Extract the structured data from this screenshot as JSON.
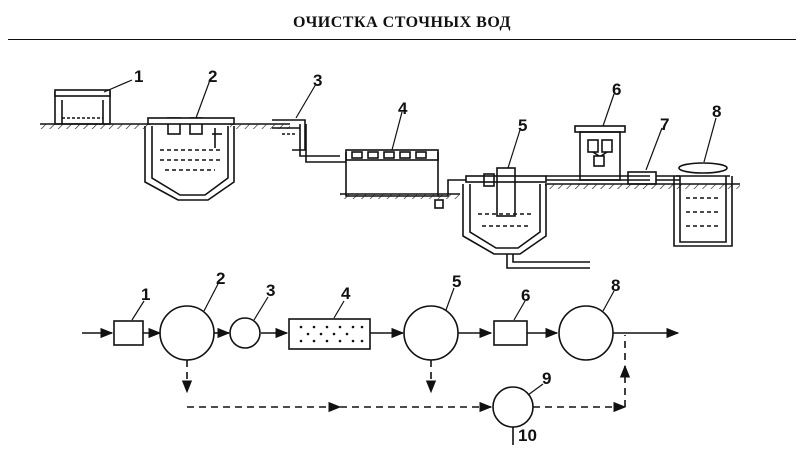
{
  "header": {
    "title": "ОЧИСТКА СТОЧНЫХ ВОД"
  },
  "illustration": {
    "labels": [
      "1",
      "2",
      "3",
      "4",
      "5",
      "6",
      "7",
      "8"
    ]
  },
  "schematic": {
    "nodes": [
      {
        "id": "1",
        "shape": "box"
      },
      {
        "id": "2",
        "shape": "circle"
      },
      {
        "id": "3",
        "shape": "circle"
      },
      {
        "id": "4",
        "shape": "dotted-box"
      },
      {
        "id": "5",
        "shape": "circle"
      },
      {
        "id": "6",
        "shape": "box"
      },
      {
        "id": "8",
        "shape": "circle"
      },
      {
        "id": "9",
        "shape": "circle"
      },
      {
        "id": "10",
        "shape": "outlet"
      }
    ]
  }
}
